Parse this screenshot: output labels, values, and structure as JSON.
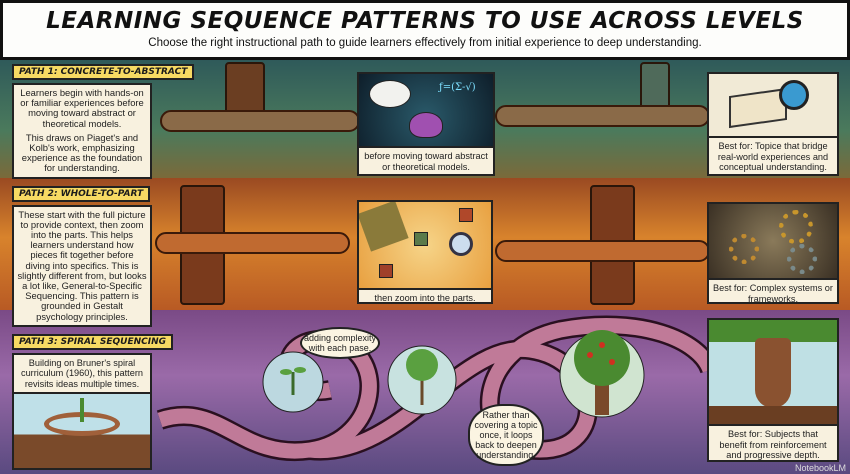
{
  "header": {
    "title": "LEARNING SEQUENCE PATTERNS TO USE ACROSS LEVELS",
    "subtitle": "Choose the right instructional path to guide learners effectively from initial experience to deep understanding."
  },
  "paths": [
    {
      "label": "PATH 1: CONCRETE-TO-ABSTRACT",
      "paragraphs": [
        "Learners begin with hands-on or familiar experiences before moving toward abstract or theoretical models.",
        "This draws on Piaget's and Kolb's work, emphasizing experience as the foundation for understanding."
      ],
      "center_caption": "before moving toward abstract or theoretical models.",
      "best_for": "Best for: Topice that bridge real-world experiences and conceptual understanding.",
      "band_color": "#2f5a5a"
    },
    {
      "label": "PATH 2: WHOLE-TO-PART",
      "paragraphs": [
        "These start with the full picture to provide context, then zoom into the parts. This helps learners understand how pieces fit together before diving into specifics. This is slightly different from, but looks a lot like, General-to-Specific Sequencing. This pattern is grounded in Gestalt psychology principles."
      ],
      "center_caption": "then zoom into the parts.",
      "best_for": "Best for: Complex systems or frameworks.",
      "band_color": "#d8832c"
    },
    {
      "label": "PATH 3: SPIRAL SEQUENCING",
      "paragraphs": [
        "Building on Bruner's spiral curriculum (1960), this pattern revisits ideas multiple times."
      ],
      "bubbles": [
        "adding complexity with each pase.",
        "Rather than covering a topic once, it loops back to deepen understanding."
      ],
      "best_for": "Best for: Subjects that benefit from reinforcement and progressive depth.",
      "band_color": "#9a6aa8"
    }
  ],
  "label_color": "#f7da63",
  "watermark": "NotebookLM"
}
